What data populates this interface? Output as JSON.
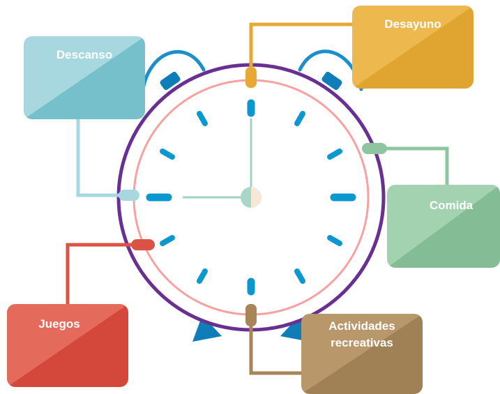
{
  "labels": {
    "breakfast": "Desayuno",
    "rest": "Descanso",
    "lunch": "Comida",
    "games": "Juegos",
    "activities_line1": "Actividades",
    "activities_line2": "recreativas"
  },
  "colors": {
    "breakfast": "#e7a933",
    "rest": "#7cc4cf",
    "lunch": "#8ec4a0",
    "games": "#dc5245",
    "activities": "#a88559",
    "clock_ring": "#6a2f92",
    "inner_ring": "#f7a1a1",
    "ticks": "#0b97cf",
    "bells": "#1a8fcc"
  },
  "clock": {
    "hour_hand_points_to": 9,
    "minute_hand_points_to": 12
  }
}
